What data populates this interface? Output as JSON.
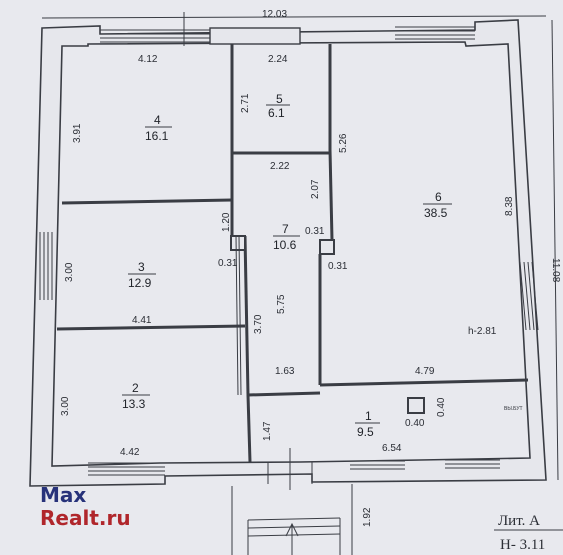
{
  "dimensions": {
    "overall_width": "12.03",
    "overall_depth": "11.08",
    "r4_width": "4.12",
    "r4_depth": "3.91",
    "r5_width": "2.24",
    "r5_depth": "2.71",
    "corridor_width": "2.22",
    "corridor_depth": "2.07",
    "right_wall_pos": "5.26",
    "r6_depth": "8.38",
    "wall_a": "1.20",
    "wall_b": "0.31",
    "wall_c": "0.31",
    "wall_d": "0.31",
    "r3_depth": "3.00",
    "r3_width": "4.41",
    "r7_depth": "5.75",
    "stair_depth": "3.70",
    "r7_width": "1.63",
    "r6_width": "4.79",
    "height_label": "h-2.81",
    "r2_depth": "3.00",
    "r2_width": "4.42",
    "hall_depth": "1.47",
    "col_w": "0.40",
    "col_h": "0.40",
    "hall_width": "6.54",
    "porch_depth": "1.92",
    "tiny_label": "ВЫ.БУТ"
  },
  "rooms": [
    {
      "number": "1",
      "area": "9.5"
    },
    {
      "number": "2",
      "area": "13.3"
    },
    {
      "number": "3",
      "area": "12.9"
    },
    {
      "number": "4",
      "area": "16.1"
    },
    {
      "number": "5",
      "area": "6.1"
    },
    {
      "number": "6",
      "area": "38.5"
    },
    {
      "number": "7",
      "area": "10.6"
    }
  ],
  "caption": {
    "lit": "Лит. А",
    "height": "Н- 3.11"
  },
  "watermark": {
    "line1": "Max",
    "line2": "Realt.ru"
  }
}
